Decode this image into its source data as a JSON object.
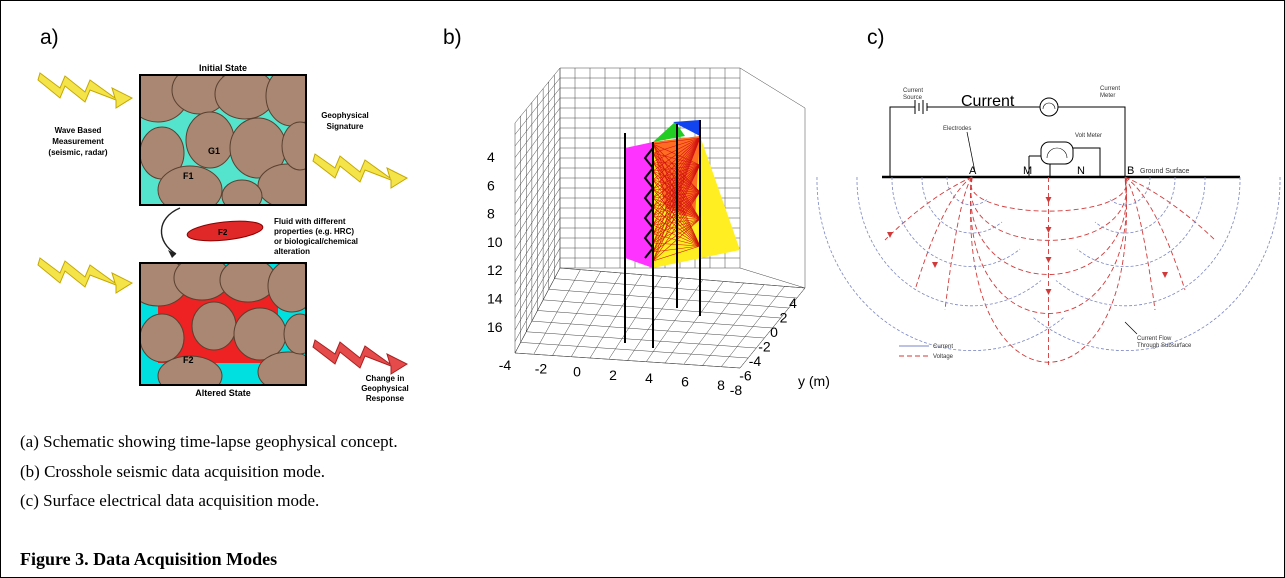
{
  "panels": {
    "a": {
      "label": "a)",
      "initial_state": "Initial State",
      "altered_state": "Altered State",
      "wave_text": [
        "Wave Based",
        "Measurement",
        "(seismic, radar)"
      ],
      "signature_text": [
        "Geophysical",
        "Signature"
      ],
      "fluid_text": [
        "Fluid with different",
        "properties (e.g. HRC)",
        "or biological/chemical",
        "alteration"
      ],
      "change_text": [
        "Change in",
        "Geophysical",
        "Response"
      ],
      "g1": "G1",
      "f1": "F1",
      "f2": "F2",
      "f2_altered": "F2"
    },
    "b": {
      "label": "b)",
      "z_ticks": [
        "4",
        "6",
        "8",
        "10",
        "12",
        "14",
        "16"
      ],
      "x_ticks": [
        "-4",
        "-2",
        "0",
        "2",
        "4",
        "6",
        "8"
      ],
      "y_ticks": [
        "4",
        "2",
        "0",
        "-2",
        "-4",
        "-6",
        "-8"
      ],
      "y_axis_label": "y (m)"
    },
    "c": {
      "label": "c)",
      "current_source": [
        "Current",
        "Source"
      ],
      "current_big": "Current",
      "current_meter": [
        "Current",
        "Meter"
      ],
      "electrodes": "Electrodes",
      "volt_meter": "Volt Meter",
      "ground_surface": "Ground Surface",
      "electrode_a": "A",
      "electrode_m": "M",
      "electrode_n": "N",
      "electrode_b": "B",
      "current_flow": [
        "Current Flow",
        "Through Subsurface"
      ],
      "legend_current": "Current",
      "legend_voltage": "Voltage",
      "colors": {
        "current": "#7a86c4",
        "voltage": "#d23a3a"
      }
    }
  },
  "captions": [
    "(a) Schematic showing time-lapse geophysical concept.",
    "(b) Crosshole seismic data acquisition mode.",
    "(c) Surface electrical data acquisition mode."
  ],
  "figure_title": "Figure 3.  Data Acquisition Modes"
}
